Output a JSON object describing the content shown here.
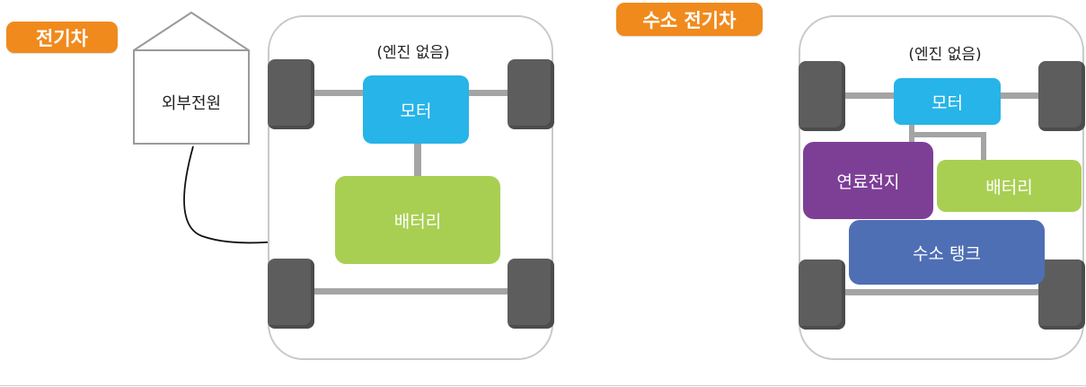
{
  "left_panel": {
    "badge": "전기차",
    "external_power_label": "외부전원",
    "engine_note": "(엔진 없음)",
    "motor_label": "모터",
    "battery_label": "배터리"
  },
  "right_panel": {
    "badge": "수소 전기차",
    "engine_note": "(엔진 없음)",
    "motor_label": "모터",
    "fuel_cell_label": "연료전지",
    "battery_label": "배터리",
    "hydrogen_tank_label": "수소 탱크"
  },
  "colors": {
    "badge": "#f08a1d",
    "motor": "#27b4e8",
    "battery": "#a8cf52",
    "fuel_cell": "#7d3f96",
    "hydrogen_tank": "#4f6fb5",
    "wheel": "#5d5d5d",
    "axle": "#a4a4a4"
  }
}
